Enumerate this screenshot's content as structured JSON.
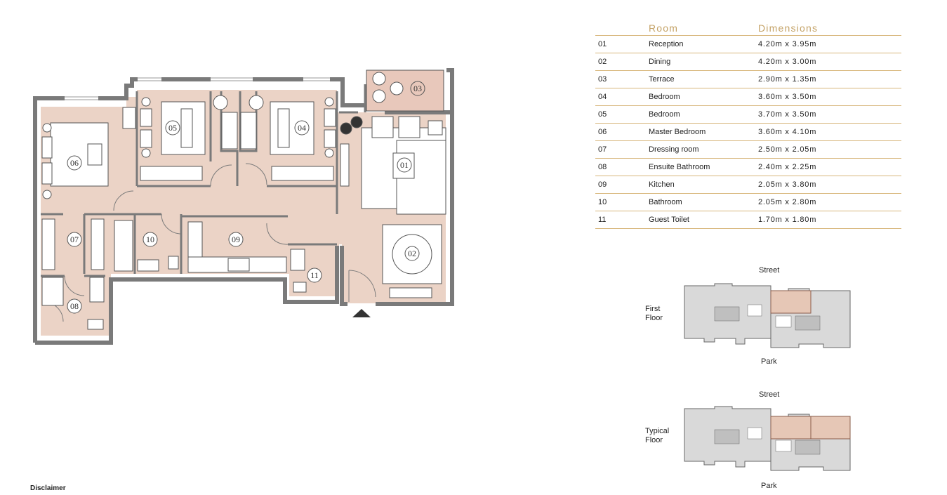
{
  "colors": {
    "wall": "#7a7a7a",
    "floor_fill": "#ebd3c6",
    "gold": "#c4a266",
    "keyplan_grey": "#d9d9d9",
    "keyplan_highlight": "#e6c7b6",
    "entrance_arrow": "#333333"
  },
  "room_labels": [
    "01",
    "02",
    "03",
    "04",
    "05",
    "06",
    "07",
    "08",
    "09",
    "10",
    "11"
  ],
  "schedule": {
    "header_room": "Room",
    "header_dimensions": "Dimensions",
    "rows": [
      {
        "no": "01",
        "name": "Reception",
        "dim": "4.20m x 3.95m"
      },
      {
        "no": "02",
        "name": "Dining",
        "dim": "4.20m x 3.00m"
      },
      {
        "no": "03",
        "name": "Terrace",
        "dim": "2.90m x 1.35m"
      },
      {
        "no": "04",
        "name": "Bedroom",
        "dim": "3.60m x 3.50m"
      },
      {
        "no": "05",
        "name": "Bedroom",
        "dim": "3.70m x 3.50m"
      },
      {
        "no": "06",
        "name": "Master Bedroom",
        "dim": "3.60m x 4.10m"
      },
      {
        "no": "07",
        "name": "Dressing room",
        "dim": "2.50m x 2.05m"
      },
      {
        "no": "08",
        "name": "Ensuite Bathroom",
        "dim": "2.40m x 2.25m"
      },
      {
        "no": "09",
        "name": "Kitchen",
        "dim": "2.05m x 3.80m"
      },
      {
        "no": "10",
        "name": "Bathroom",
        "dim": "2.05m x 2.80m"
      },
      {
        "no": "11",
        "name": "Guest Toilet",
        "dim": "1.70m x 1.80m"
      }
    ]
  },
  "keyplans": [
    {
      "floor_line1": "First",
      "floor_line2": "Floor",
      "street": "Street",
      "park": "Park",
      "highlight": "single-unit-top"
    },
    {
      "floor_line1": "Typical",
      "floor_line2": "Floor",
      "street": "Street",
      "park": "Park",
      "highlight": "double-unit-top"
    }
  ],
  "disclaimer": "Disclaimer"
}
